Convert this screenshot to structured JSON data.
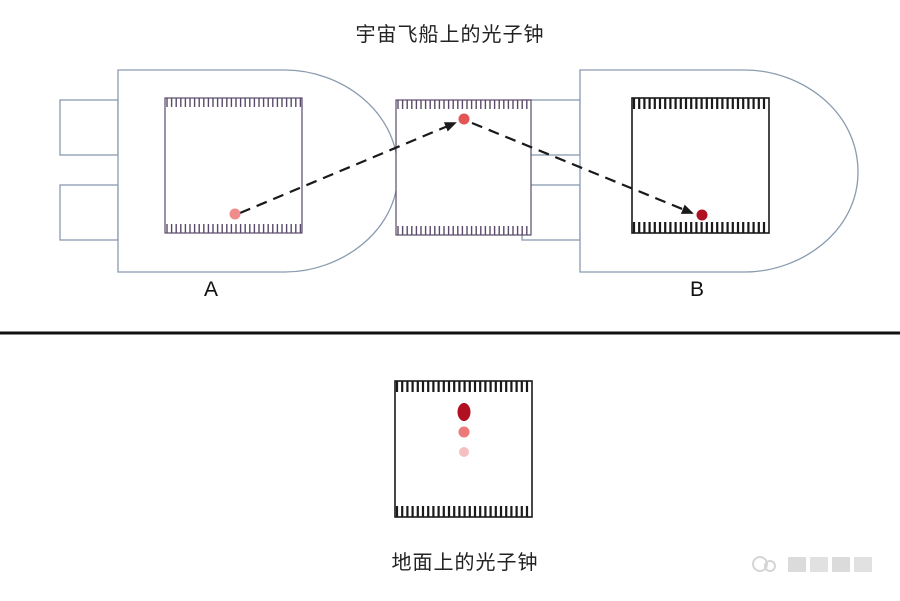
{
  "diagram": {
    "title_spaceship": "宇宙飞船上的光子钟",
    "title_ground": "地面上的光子钟",
    "label_a": "A",
    "label_b": "B",
    "colors": {
      "ship_outline": "#8a9bb0",
      "clock_frame_light": "#5a4a6a",
      "clock_frame_dark": "#1a1a1a",
      "photon_light": "#f08c8c",
      "photon_mid": "#e45555",
      "photon_dark": "#b01020",
      "arrow": "#1a1a1a",
      "ground_line": "#111111"
    }
  }
}
